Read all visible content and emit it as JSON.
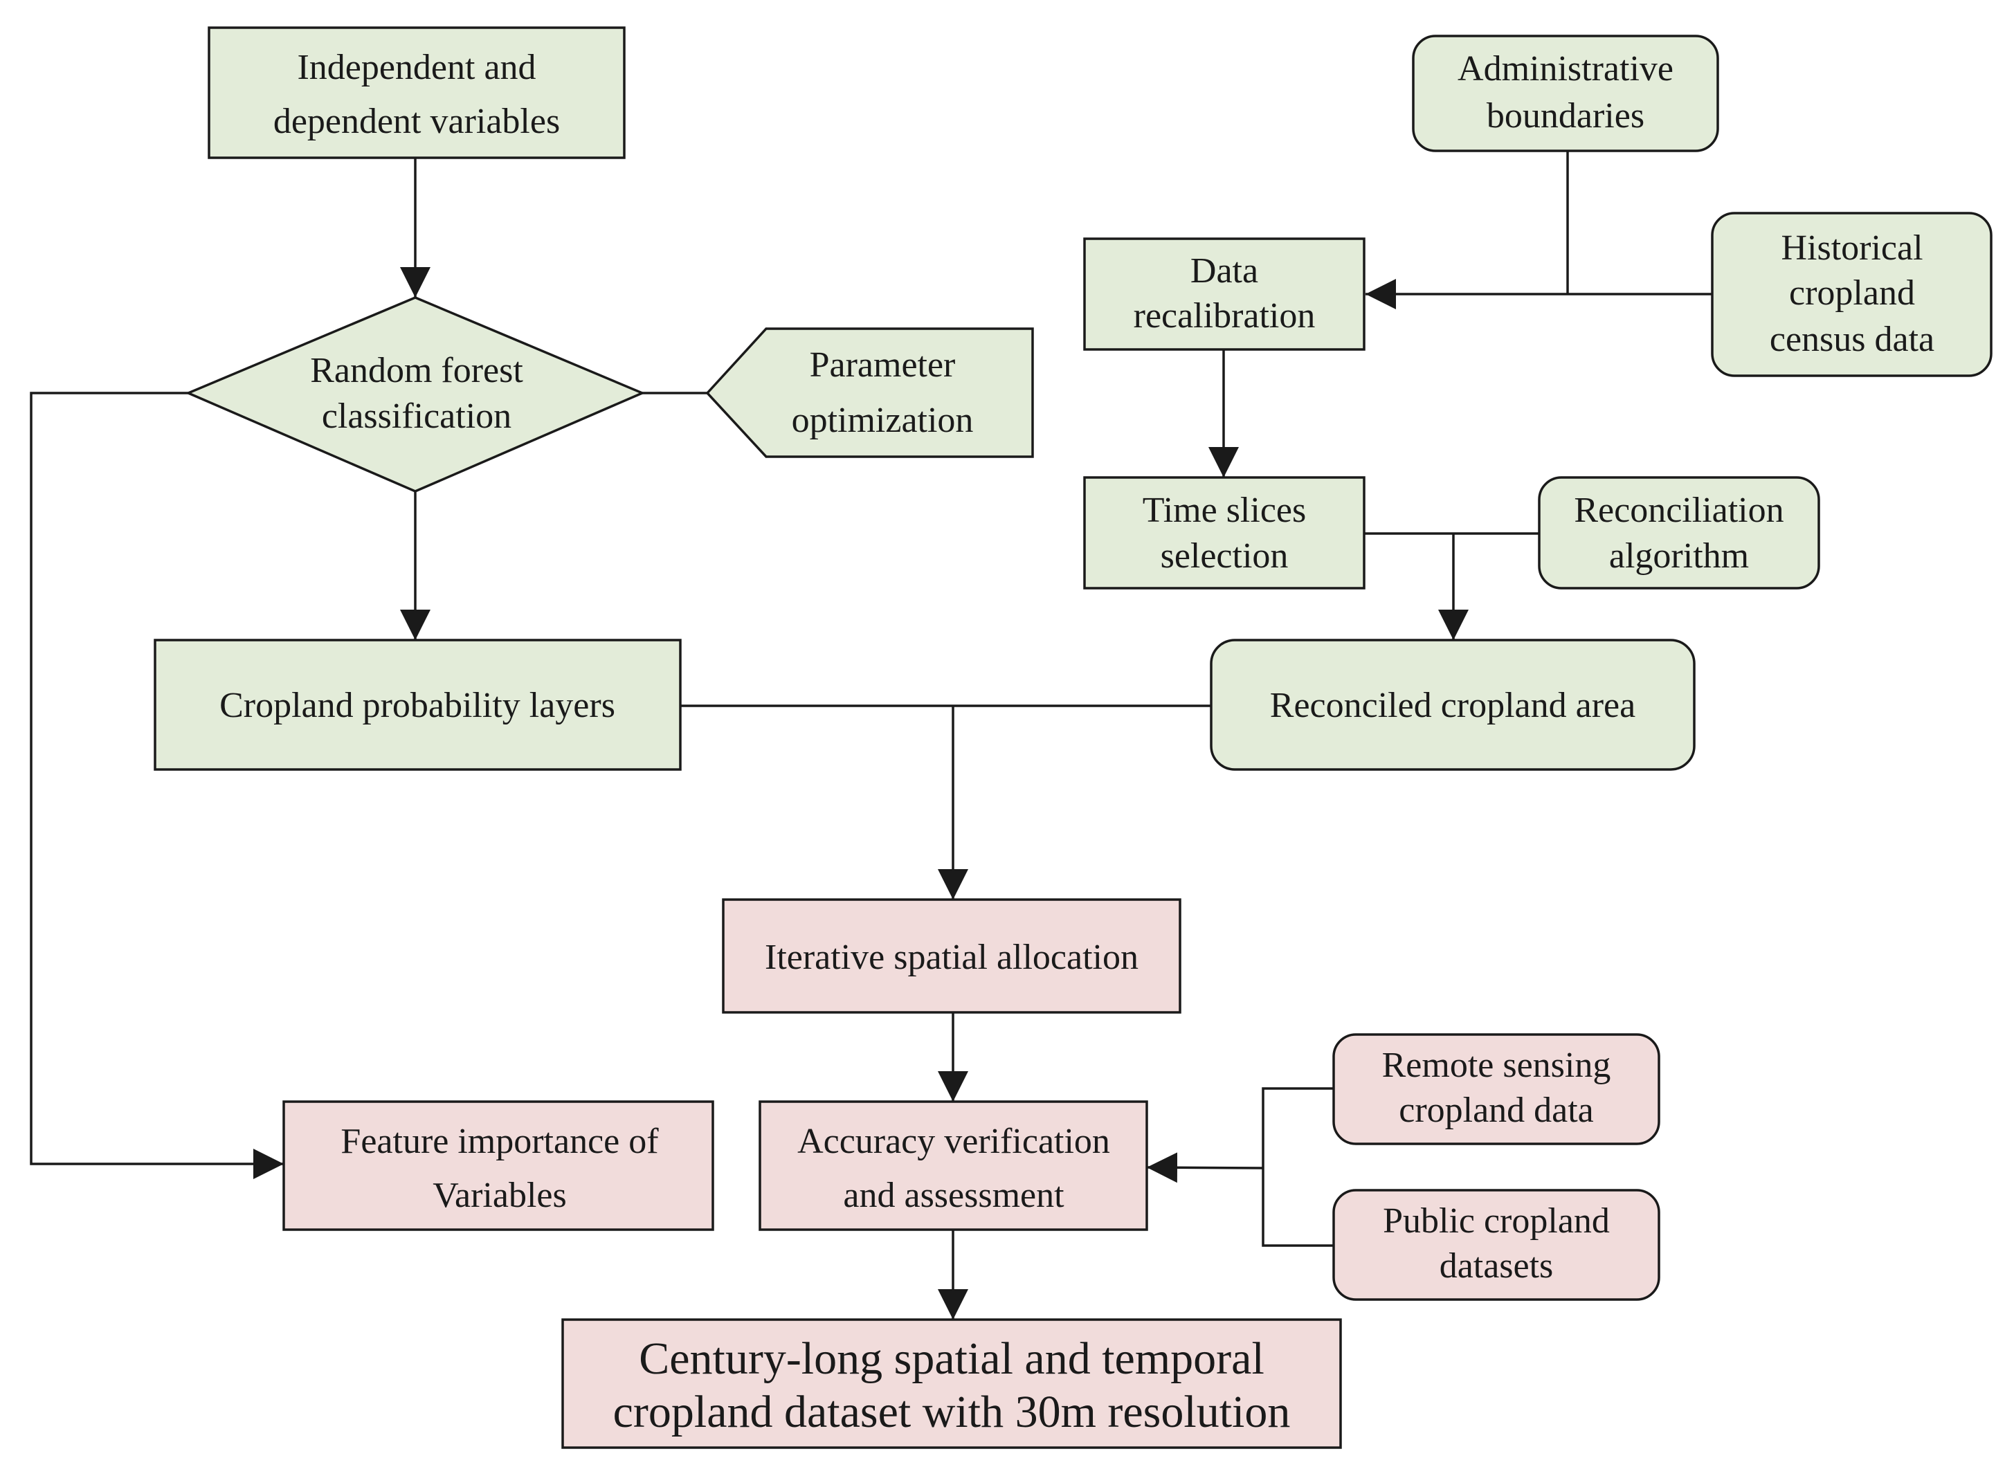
{
  "colors": {
    "green_fill": "#e3ecd9",
    "pink_fill": "#f1dcdb",
    "stroke": "#1a1a1a"
  },
  "nodes": {
    "independent_variables": [
      "Independent and",
      "dependent variables"
    ],
    "random_forest": [
      "Random forest",
      "classification"
    ],
    "parameter_optimization": [
      "Parameter",
      "optimization"
    ],
    "cropland_probability": [
      "Cropland probability layers"
    ],
    "administrative_boundaries": [
      "Administrative",
      "boundaries"
    ],
    "historical_census": [
      "Historical",
      "cropland",
      "census data"
    ],
    "data_recalibration": [
      "Data",
      "recalibration"
    ],
    "time_slices": [
      "Time slices",
      "selection"
    ],
    "reconciliation_algorithm": [
      "Reconciliation",
      "algorithm"
    ],
    "reconciled_area": [
      "Reconciled cropland area"
    ],
    "iterative_allocation": [
      "Iterative spatial allocation"
    ],
    "feature_importance": [
      "Feature importance of",
      "Variables"
    ],
    "accuracy_verification": [
      "Accuracy verification",
      "and assessment"
    ],
    "remote_sensing": [
      "Remote sensing",
      "cropland data"
    ],
    "public_datasets": [
      "Public cropland",
      "datasets"
    ],
    "final_dataset": [
      "Century-long spatial and temporal",
      "cropland dataset with 30m resolution"
    ]
  }
}
